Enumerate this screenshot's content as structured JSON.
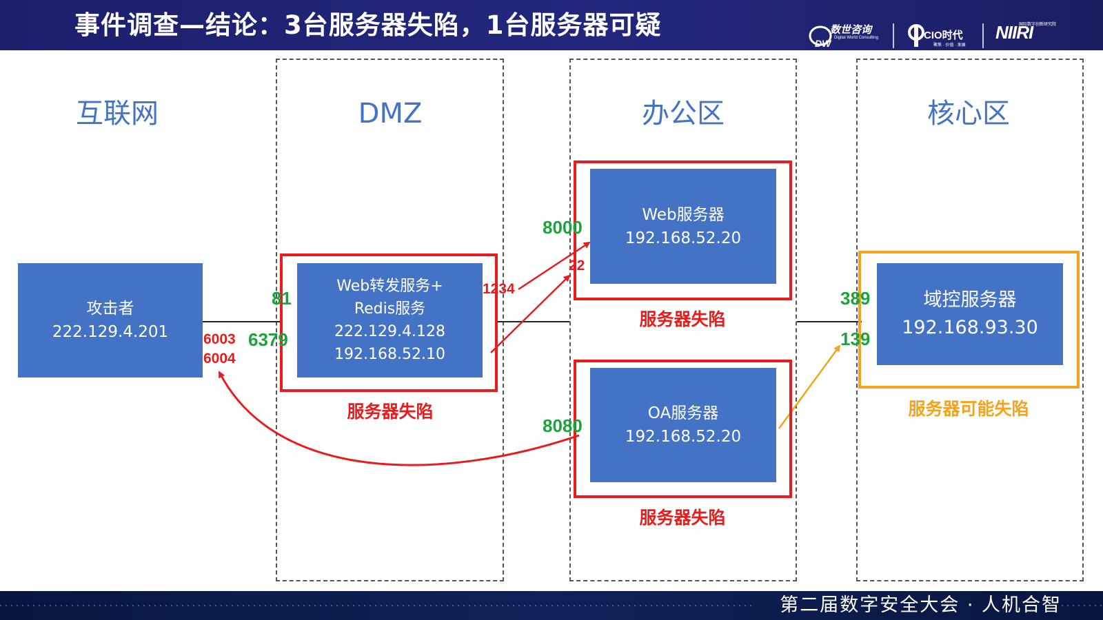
{
  "header": {
    "title": "事件调查—结论：3台服务器失陷，1台服务器可疑",
    "logos": [
      {
        "name": "数世咨询",
        "subtitle": "Digital World Consulting",
        "mark": "DW"
      },
      {
        "name": "CIO时代",
        "subtitle": "聚焦 · 价值 · 发展",
        "mark": "C"
      },
      {
        "name": "NIIRI",
        "subtitle": "国际数字创新研究院"
      }
    ]
  },
  "zones": [
    {
      "title": "互联网"
    },
    {
      "title": "DMZ"
    },
    {
      "title": "办公区"
    },
    {
      "title": "核心区"
    }
  ],
  "nodes": {
    "attacker": {
      "lines": [
        "攻击者",
        "222.129.4.201"
      ]
    },
    "web_redis": {
      "lines": [
        "Web转发服务+",
        "Redis服务",
        "222.129.4.128",
        "192.168.52.10"
      ]
    },
    "web_server": {
      "lines": [
        "Web服务器",
        "192.168.52.20"
      ]
    },
    "oa_server": {
      "lines": [
        "OA服务器",
        "192.168.52.20"
      ]
    },
    "dc_server": {
      "lines": [
        "域控服务器",
        "192.168.93.30"
      ]
    }
  },
  "status": {
    "web_redis": "服务器失陷",
    "web_server": "服务器失陷",
    "oa_server": "服务器失陷",
    "dc_server": "服务器可能失陷"
  },
  "ports": {
    "p81": "81",
    "p6379": "6379",
    "p6003": "6003",
    "p6004": "6004",
    "p1234": "1234",
    "p8000": "8000",
    "p22": "22",
    "p8080": "8080",
    "p389": "389",
    "p139": "139"
  },
  "colors": {
    "header_bg": "#1d1f6b",
    "node_fill": "#4472c4",
    "zone_title": "#4472c4",
    "compromised": "#e81c1c",
    "suspicious": "#f5a31a",
    "port_green": "#1ca33c"
  },
  "footer": {
    "text": "第二届数字安全大会 · 人机合智"
  }
}
